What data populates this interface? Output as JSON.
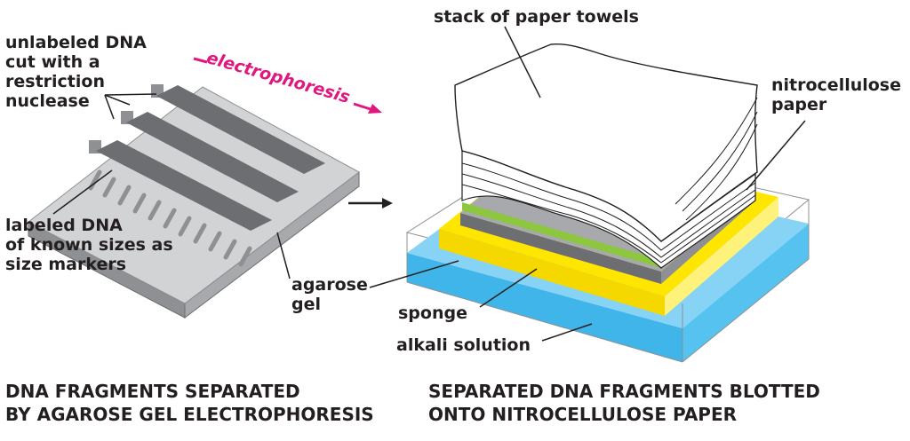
{
  "left_panel": {
    "label_unlabeled": [
      "unlabeled DNA",
      "cut with a",
      "restriction",
      "nuclease"
    ],
    "label_electrophoresis": "electrophoresis",
    "label_markers": [
      "labeled DNA",
      "of known sizes as",
      "size markers"
    ],
    "label_agarose": [
      "agarose",
      "gel"
    ],
    "caption": [
      "DNA FRAGMENTS SEPARATED",
      "BY AGAROSE GEL ELECTROPHORESIS"
    ]
  },
  "right_panel": {
    "label_towels": "stack of paper towels",
    "label_nitro": [
      "nitrocellulose",
      "paper"
    ],
    "label_sponge": "sponge",
    "label_alkali": "alkali solution",
    "caption": [
      "SEPARATED DNA FRAGMENTS BLOTTED",
      "ONTO NITROCELLULOSE PAPER"
    ]
  },
  "colors": {
    "gel_top": "#d2d3d5",
    "gel_side": "#8e9093",
    "band": "#6d6e71",
    "arrow_magenta": "#e0177e",
    "sponge": "#ffe600",
    "alkali": "#3fb5ea",
    "nitrocellulose": "#8dc63f",
    "outline": "#231f20"
  }
}
